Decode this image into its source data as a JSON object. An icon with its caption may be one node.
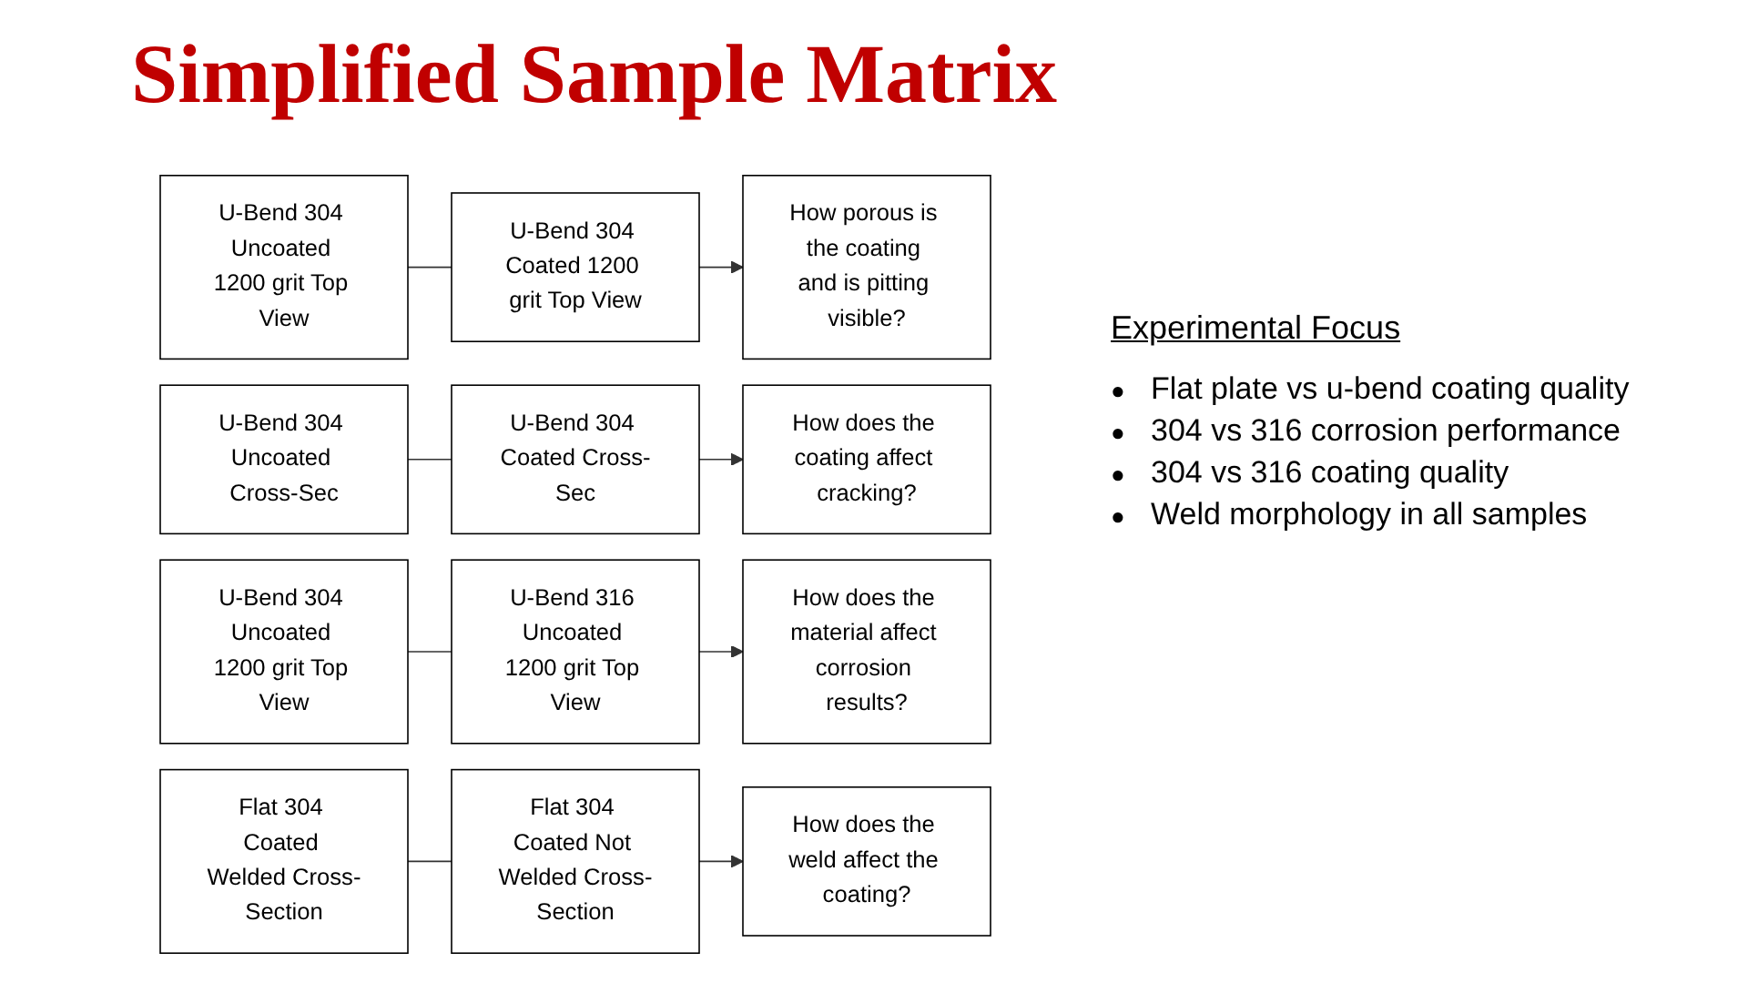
{
  "diagram": {
    "title": "Simplified Sample Matrix",
    "nodes": [
      {
        "text": [
          "U-Bend 304 Uncoated 1200 grit Top View"
        ]
      },
      {
        "text": [
          "U-Bend 304 Coated 1200 grit Top View"
        ]
      },
      {
        "text": [
          "How porous is the coating and is pitting visible?"
        ]
      },
      {
        "text": [
          "U-Bend 304 Uncoated Cross-Sec"
        ]
      },
      {
        "text": [
          "U-Bend 304 Coated Cross-Sec"
        ]
      },
      {
        "text": [
          "How does the coating affect cracking?"
        ]
      },
      {
        "text": [
          "U-Bend 304 Uncoated 1200 grit Top View"
        ]
      },
      {
        "text": [
          "U-Bend 316 Uncoated 1200 grit Top View"
        ]
      },
      {
        "text": [
          "How does the material affect corrosion results?"
        ]
      },
      {
        "text": [
          "Flat 304 Coated Welded Cross-Section"
        ]
      },
      {
        "text": [
          "Flat 304 Coated Not Welded Cross-Section"
        ]
      },
      {
        "text": [
          "How does the weld affect the coating?"
        ]
      }
    ],
    "edges": [
      {
        "from": 0,
        "to": 1,
        "arrow": "none"
      },
      {
        "from": 1,
        "to": 2,
        "arrow": "to"
      },
      {
        "from": 3,
        "to": 4,
        "arrow": "none"
      },
      {
        "from": 4,
        "to": 5,
        "arrow": "to"
      },
      {
        "from": 6,
        "to": 7,
        "arrow": "none"
      },
      {
        "from": 7,
        "to": 8,
        "arrow": "to"
      },
      {
        "from": 9,
        "to": 10,
        "arrow": "none"
      },
      {
        "from": 10,
        "to": 11,
        "arrow": "to"
      }
    ],
    "labels": [
      "Experimental Focus",
      "●",
      "Flat plate vs u-bend coating quality",
      "●",
      "304 vs 316 corrosion performance",
      "●",
      "304 vs 316 coating quality",
      "●",
      "Weld morphology in all samples"
    ]
  }
}
